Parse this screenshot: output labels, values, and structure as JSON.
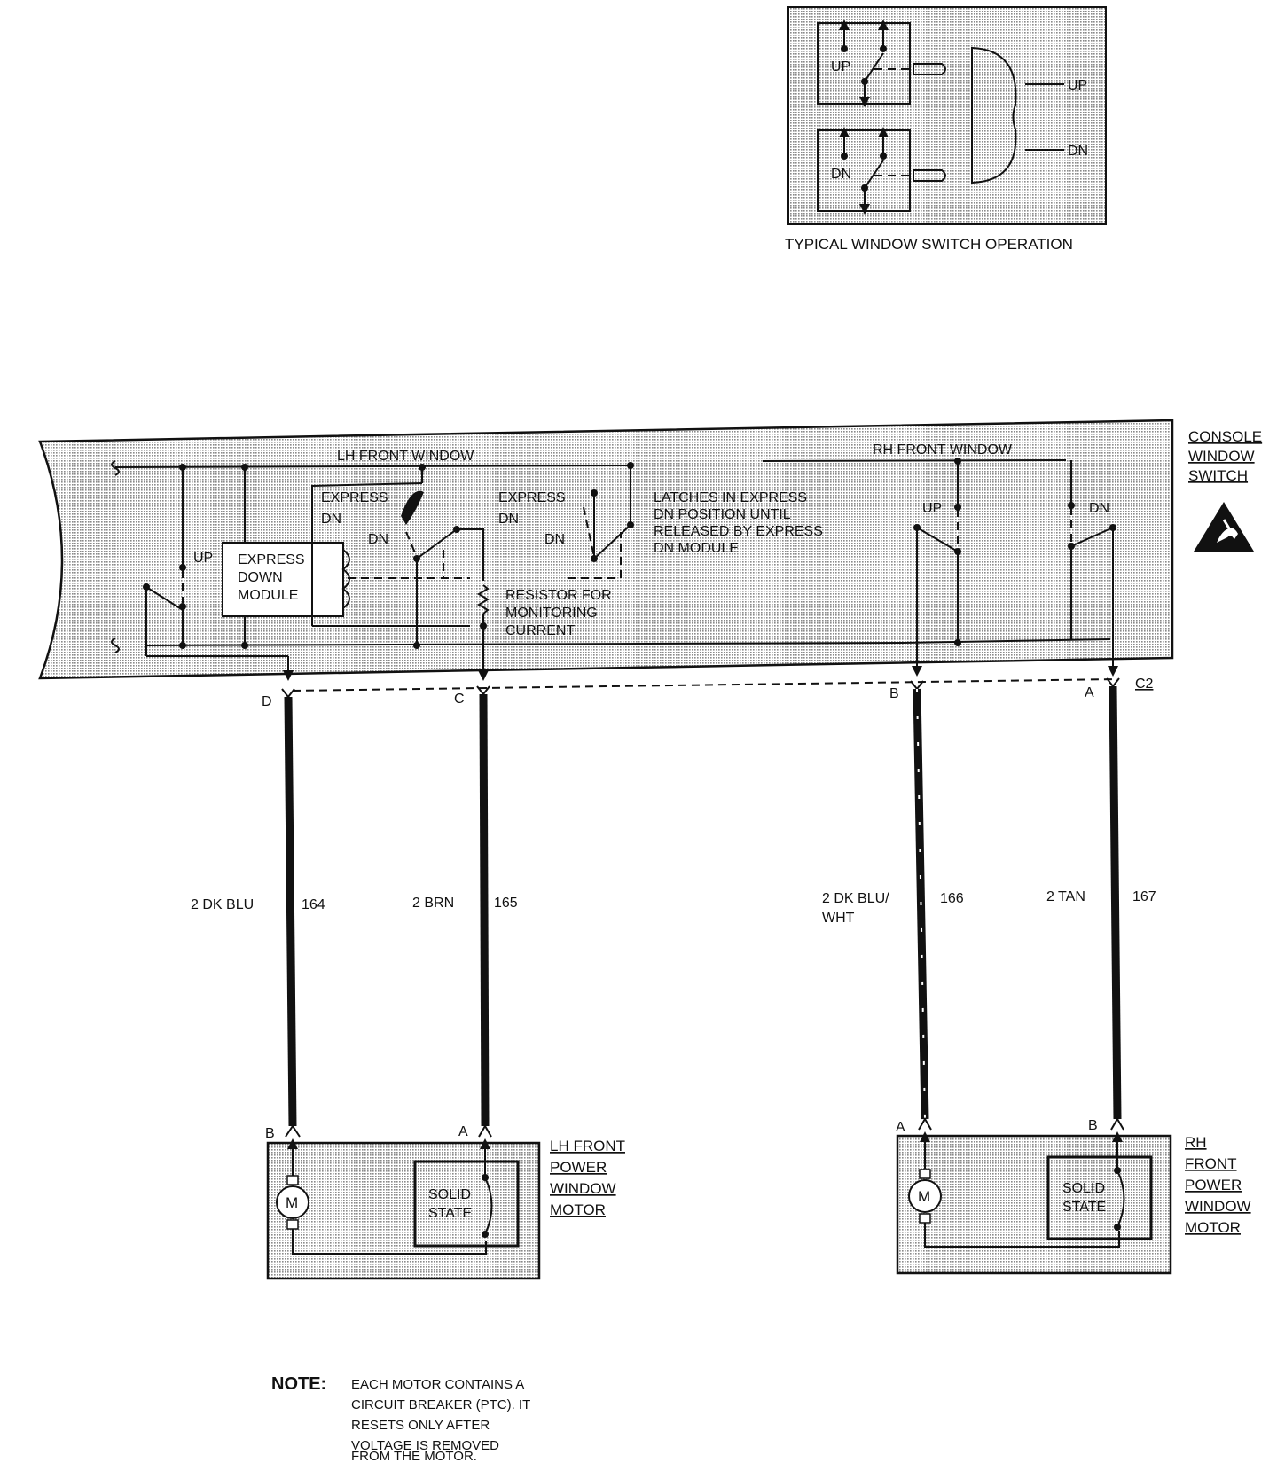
{
  "inset": {
    "caption": "TYPICAL WINDOW SWITCH OPERATION",
    "up_contact": "UP",
    "dn_contact": "DN",
    "up_output": "UP",
    "dn_output": "DN"
  },
  "switch": {
    "name_line1": "CONSOLE",
    "name_line2": "WINDOW",
    "name_line3": "SWITCH",
    "lh_section": "LH FRONT WINDOW",
    "rh_section": "RH FRONT WINDOW",
    "up": "UP",
    "module_line1": "EXPRESS",
    "module_line2": "DOWN",
    "module_line3": "MODULE",
    "express": "EXPRESS",
    "dn": "DN",
    "resistor_line1": "RESISTOR FOR",
    "resistor_line2": "MONITORING",
    "resistor_line3": "CURRENT",
    "latch_line1": "LATCHES IN EXPRESS",
    "latch_line2": "DN POSITION UNTIL",
    "latch_line3": "RELEASED BY EXPRESS",
    "latch_line4": "DN MODULE",
    "rh_up": "UP",
    "rh_dn": "DN",
    "connector": "C2"
  },
  "pins": {
    "d": "D",
    "c": "C",
    "b": "B",
    "a": "A"
  },
  "wires": [
    {
      "gauge_color": "2 DK BLU",
      "circuit": "164"
    },
    {
      "gauge_color": "2 BRN",
      "circuit": "165"
    },
    {
      "gauge_color_line1": "2 DK BLU/",
      "gauge_color_line2": "WHT",
      "circuit": "166"
    },
    {
      "gauge_color": "2 TAN",
      "circuit": "167"
    }
  ],
  "lh_motor": {
    "pin_b": "B",
    "pin_a": "A",
    "m": "M",
    "solid_line1": "SOLID",
    "solid_line2": "STATE",
    "name_line1": "LH FRONT",
    "name_line2": "POWER",
    "name_line3": "WINDOW",
    "name_line4": "MOTOR"
  },
  "rh_motor": {
    "pin_a": "A",
    "pin_b": "B",
    "m": "M",
    "solid_line1": "SOLID",
    "solid_line2": "STATE",
    "name_line1": "RH",
    "name_line2": "FRONT",
    "name_line3": "POWER",
    "name_line4": "WINDOW",
    "name_line5": "MOTOR"
  },
  "note": {
    "label": "NOTE:",
    "line1": "EACH MOTOR CONTAINS A",
    "line2": "CIRCUIT BREAKER (PTC). IT",
    "line3": "RESETS ONLY AFTER",
    "line4": "VOLTAGE IS REMOVED",
    "line5": "FROM THE MOTOR."
  }
}
